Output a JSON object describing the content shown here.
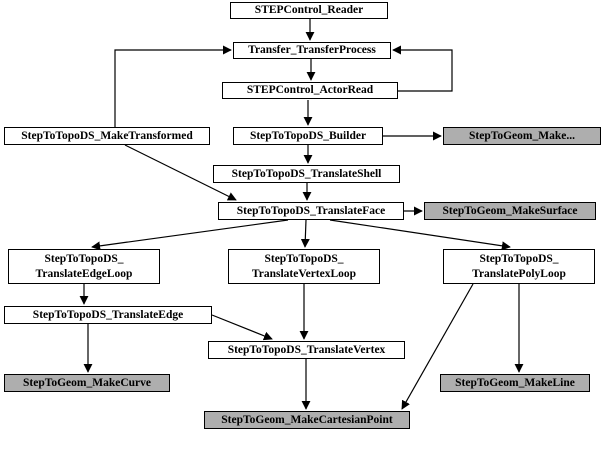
{
  "diagram": {
    "description": "STEP translation class hierarchy flowchart",
    "colors": {
      "node_fill_white": "#ffffff",
      "node_fill_gray": "#aeaeae",
      "border": "#000000",
      "line": "#000000",
      "background": "#ffffff"
    },
    "nodes": {
      "reader": {
        "label": "STEPControl_Reader",
        "variant": "white"
      },
      "transfer": {
        "label": "Transfer_TransferProcess",
        "variant": "white"
      },
      "actorread": {
        "label": "STEPControl_ActorRead",
        "variant": "white"
      },
      "maketransformed": {
        "label": "StepToTopoDS_MakeTransformed",
        "variant": "white"
      },
      "builder": {
        "label": "StepToTopoDS_Builder",
        "variant": "white"
      },
      "makeellipsis": {
        "label": "StepToGeom_Make...",
        "variant": "gray"
      },
      "translateshell": {
        "label": "StepToTopoDS_TranslateShell",
        "variant": "white"
      },
      "translateface": {
        "label": "StepToTopoDS_TranslateFace",
        "variant": "white"
      },
      "makesurface": {
        "label": "StepToGeom_MakeSurface",
        "variant": "gray"
      },
      "edgeloop": {
        "label_line1": "StepToTopoDS_",
        "label_line2": "TranslateEdgeLoop",
        "variant": "white"
      },
      "vertexloop": {
        "label_line1": "StepToTopoDS_",
        "label_line2": "TranslateVertexLoop",
        "variant": "white"
      },
      "polyloop": {
        "label_line1": "StepToTopoDS_",
        "label_line2": "TranslatePolyLoop",
        "variant": "white"
      },
      "translateedge": {
        "label": "StepToTopoDS_TranslateEdge",
        "variant": "white"
      },
      "translatevertex": {
        "label": "StepToTopoDS_TranslateVertex",
        "variant": "white"
      },
      "makecurve": {
        "label": "StepToGeom_MakeCurve",
        "variant": "gray"
      },
      "makeline": {
        "label": "StepToGeom_MakeLine",
        "variant": "gray"
      },
      "makecartesianpoint": {
        "label": "StepToGeom_MakeCartesianPoint",
        "variant": "gray"
      }
    },
    "edges": [
      {
        "from": "STEPControl_Reader",
        "to": "Transfer_TransferProcess"
      },
      {
        "from": "Transfer_TransferProcess",
        "to": "STEPControl_ActorRead"
      },
      {
        "from": "STEPControl_ActorRead",
        "to": "Transfer_TransferProcess"
      },
      {
        "from": "StepToTopoDS_MakeTransformed",
        "to": "Transfer_TransferProcess"
      },
      {
        "from": "STEPControl_ActorRead",
        "to": "StepToTopoDS_Builder"
      },
      {
        "from": "StepToTopoDS_Builder",
        "to": "StepToGeom_Make..."
      },
      {
        "from": "StepToTopoDS_Builder",
        "to": "StepToTopoDS_TranslateShell"
      },
      {
        "from": "StepToTopoDS_MakeTransformed",
        "to": "StepToTopoDS_TranslateFace"
      },
      {
        "from": "StepToTopoDS_TranslateShell",
        "to": "StepToTopoDS_TranslateFace"
      },
      {
        "from": "StepToTopoDS_TranslateFace",
        "to": "StepToGeom_MakeSurface"
      },
      {
        "from": "StepToTopoDS_TranslateFace",
        "to": "StepToTopoDS_TranslateEdgeLoop"
      },
      {
        "from": "StepToTopoDS_TranslateFace",
        "to": "StepToTopoDS_TranslateVertexLoop"
      },
      {
        "from": "StepToTopoDS_TranslateFace",
        "to": "StepToTopoDS_TranslatePolyLoop"
      },
      {
        "from": "StepToTopoDS_TranslateEdgeLoop",
        "to": "StepToTopoDS_TranslateEdge"
      },
      {
        "from": "StepToTopoDS_TranslateEdge",
        "to": "StepToGeom_MakeCurve"
      },
      {
        "from": "StepToTopoDS_TranslateEdge",
        "to": "StepToTopoDS_TranslateVertex"
      },
      {
        "from": "StepToTopoDS_TranslateVertexLoop",
        "to": "StepToTopoDS_TranslateVertex"
      },
      {
        "from": "StepToTopoDS_TranslatePolyLoop",
        "to": "StepToGeom_MakeLine"
      },
      {
        "from": "StepToTopoDS_TranslatePolyLoop",
        "to": "StepToGeom_MakeCartesianPoint"
      },
      {
        "from": "StepToTopoDS_TranslateVertex",
        "to": "StepToGeom_MakeCartesianPoint"
      }
    ]
  }
}
